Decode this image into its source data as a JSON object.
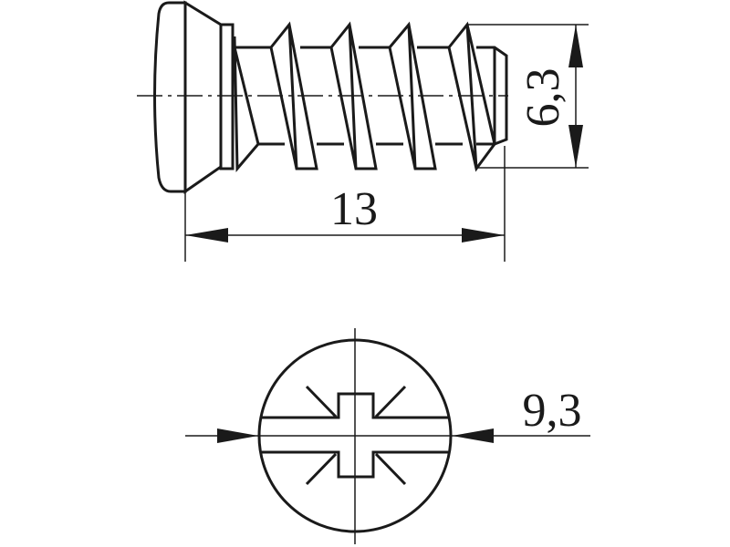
{
  "drawing": {
    "side_view": {
      "length_dimension": "13",
      "diameter_dimension": "6,3"
    },
    "top_view": {
      "head_diameter_dimension": "9,3"
    },
    "colors": {
      "line": "#1a1a1a",
      "background": "#ffffff"
    }
  }
}
